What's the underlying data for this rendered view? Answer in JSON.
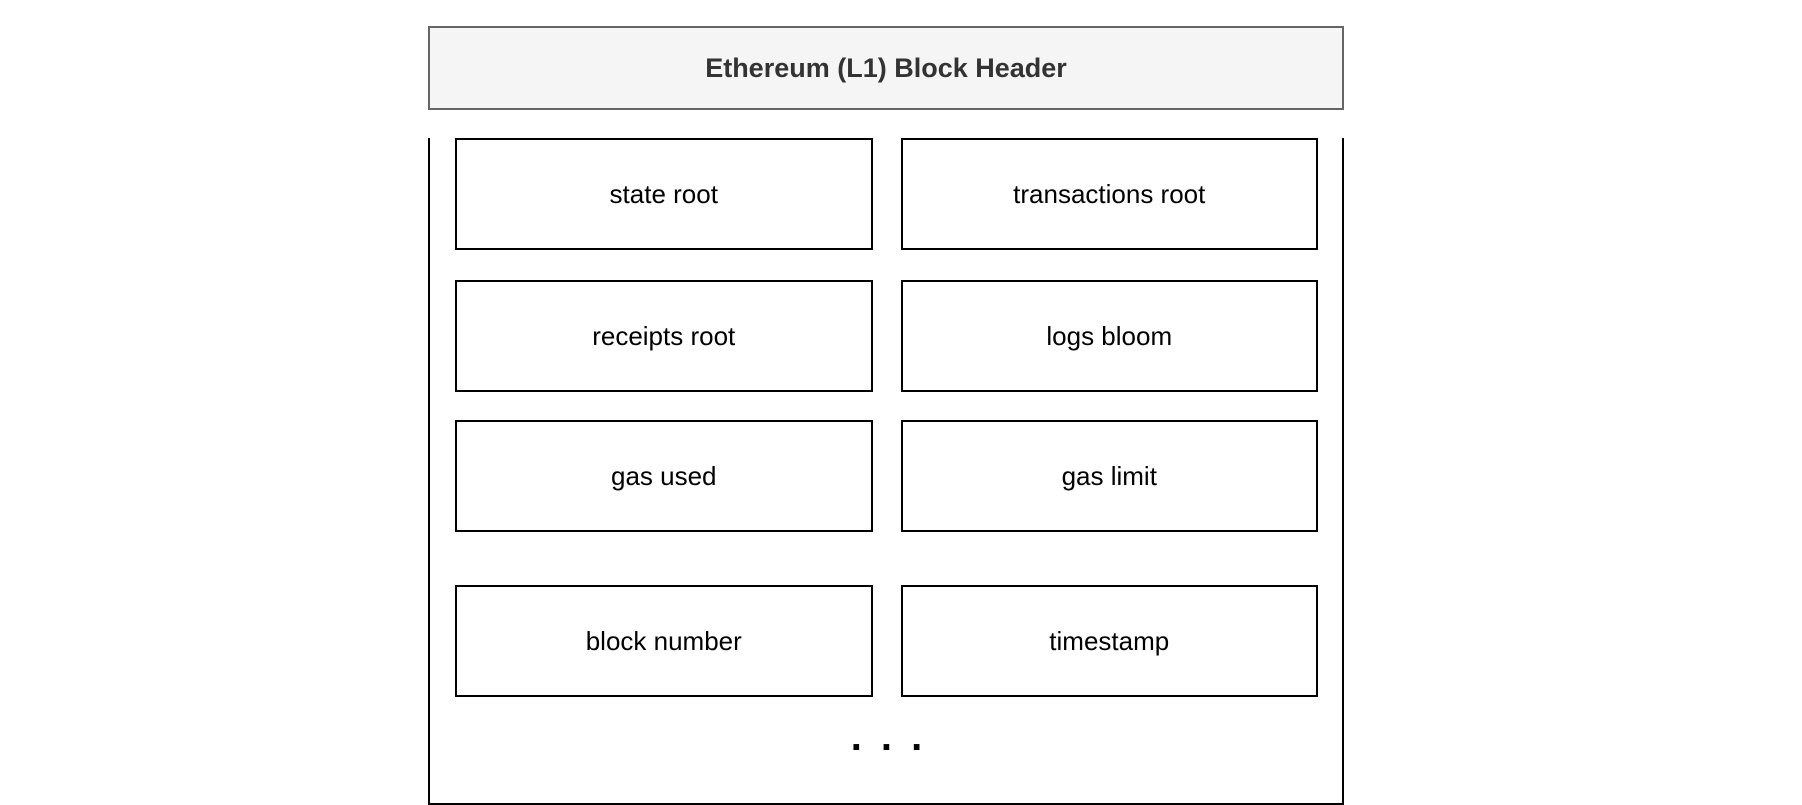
{
  "diagram": {
    "title": "Ethereum (L1) Block Header",
    "fields": [
      {
        "label": "state root"
      },
      {
        "label": "transactions root"
      },
      {
        "label": "receipts root"
      },
      {
        "label": "logs bloom"
      },
      {
        "label": "gas used"
      },
      {
        "label": "gas limit"
      },
      {
        "label": "block number"
      },
      {
        "label": "timestamp"
      }
    ],
    "ellipsis": ". . .",
    "colors": {
      "header_fill": "#f5f5f5",
      "header_stroke": "#666666",
      "title_color": "#333333",
      "box_fill": "#ffffff",
      "box_stroke": "#000000",
      "canvas": "#ffffff"
    }
  }
}
